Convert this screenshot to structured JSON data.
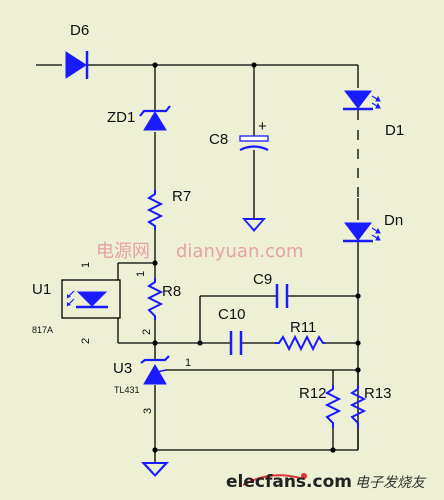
{
  "labels": {
    "d6": "D6",
    "zd1": "ZD1",
    "c8": "C8",
    "c8_plus": "+",
    "d1": "D1",
    "dn": "Dn",
    "r7": "R7",
    "r8": "R8",
    "u1": "U1",
    "u1_part": "817A",
    "c9": "C9",
    "c10": "C10",
    "r11": "R11",
    "u3": "U3",
    "u3_part": "TL431",
    "r12": "R12",
    "r13": "R13"
  },
  "pins": {
    "r8_top": "1",
    "r8_bottom": "2",
    "u3_ref": "1",
    "u3_anode": "3",
    "u1_p1": "1",
    "u1_p2": "2"
  },
  "watermark": {
    "cn": "电源网",
    "en": "dianyuan.com"
  },
  "brand": {
    "site": "elecfans.com",
    "cn": "电子发烧友"
  },
  "colors": {
    "wire": "#000000",
    "component": "#1a1aff",
    "background": "#eef0d6"
  }
}
